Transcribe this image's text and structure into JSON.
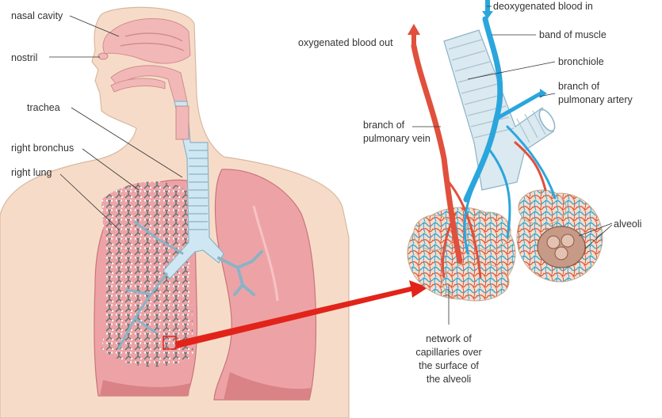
{
  "labels": {
    "nasal_cavity": "nasal cavity",
    "nostril": "nostril",
    "trachea": "trachea",
    "right_bronchus": "right bronchus",
    "right_lung": "right lung",
    "deoxygenated_blood_in": "deoxygenated blood in",
    "oxygenated_blood_out": "oxygenated blood out",
    "band_of_muscle": "band of muscle",
    "bronchiole": "bronchiole",
    "branch_of_pulmonary_artery": [
      "branch of",
      "pulmonary artery"
    ],
    "branch_of_pulmonary_vein": [
      "branch of",
      "pulmonary vein"
    ],
    "alveoli": "alveoli",
    "capillary_network": [
      "network of",
      "capillaries over",
      "the surface of",
      "the alveoli"
    ]
  },
  "colors": {
    "skin": "#f6dcc8",
    "skin_outline": "#d8b89f",
    "cavity_pink": "#f2b8b8",
    "lung_pink": "#eda3a6",
    "lung_dark": "#d98387",
    "airway_blue": "#cfe7f2",
    "airway_outline": "#8bb3c6",
    "artery_blue": "#2aa6dc",
    "vein_red": "#e0503c",
    "alveoli_cream": "#f1ddc8",
    "pointer_red": "#e2231a"
  }
}
